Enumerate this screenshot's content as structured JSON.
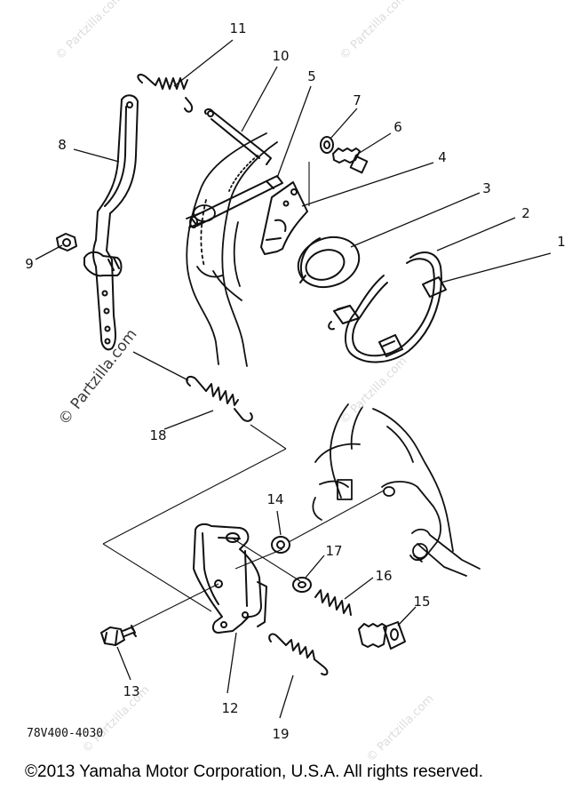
{
  "diagram": {
    "callouts": [
      "1",
      "2",
      "3",
      "4",
      "5",
      "6",
      "7",
      "8",
      "9",
      "10",
      "11",
      "12",
      "13",
      "14",
      "15",
      "16",
      "17",
      "18",
      "19"
    ],
    "part_code": "78V400-4030",
    "watermark_main": "© Partzilla.com",
    "watermark_faint": "© Partzilla.com",
    "copyright": "©2013  Yamaha Motor Corporation, U.S.A. All rights reserved."
  }
}
